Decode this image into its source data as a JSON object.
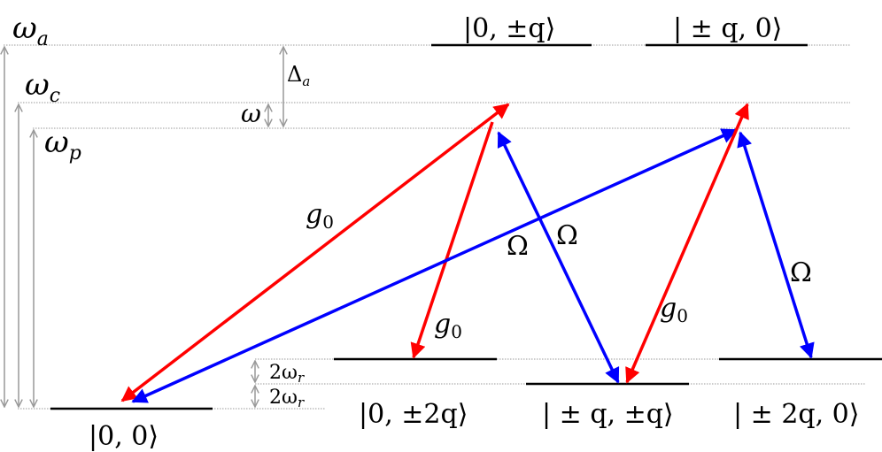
{
  "diagram": {
    "type": "energy-level-diagram",
    "colors": {
      "cavity_coupling": "#ff0000",
      "pump_coupling": "#0000ff",
      "level_line": "#000000",
      "reference_line": "#999999"
    },
    "frequency_labels": {
      "omega_a": "ω",
      "omega_a_sub": "a",
      "omega_c": "ω",
      "omega_c_sub": "c",
      "omega_p": "ω",
      "omega_p_sub": "p",
      "delta_a": "Δ",
      "delta_a_sub": "a",
      "omega": "ω",
      "recoil_1": "2ω",
      "recoil_1_sub": "r",
      "recoil_2": "2ω",
      "recoil_2_sub": "r"
    },
    "states": {
      "s00": "|0, 0⟩",
      "s0pq": "|0, ±q⟩",
      "spq0": "| ± q, 0⟩",
      "s0p2q": "|0, ±2q⟩",
      "spqpq": "| ± q, ±q⟩",
      "sp2q0": "| ± 2q, 0⟩"
    },
    "coupling_labels": {
      "g0_left": "g",
      "g0_left_sub": "0",
      "g0_mid": "g",
      "g0_mid_sub": "0",
      "g0_right": "g",
      "g0_right_sub": "0",
      "Omega_1": "Ω",
      "Omega_2": "Ω",
      "Omega_3": "Ω"
    }
  }
}
